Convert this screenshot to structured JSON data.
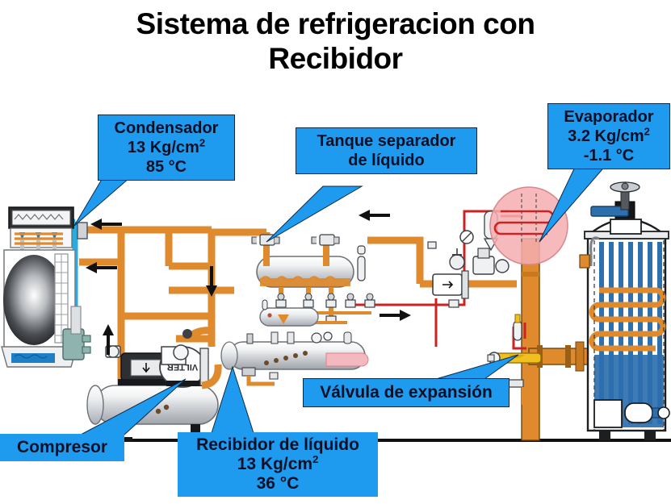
{
  "title": {
    "line1": "Sistema de refrigeracion con",
    "line2": "Recibidor"
  },
  "colors": {
    "callout_blue": "#1E9BEF",
    "pipe_orange": "#E08A2E",
    "water_blue": "#29ABE2",
    "control_red": "#CC2222",
    "vessel_gray": "#D9DCE0",
    "text_black": "#0A1026",
    "evaporator_liquid": "#2E6FAE",
    "magnifier_pink": "#F4AEB0"
  },
  "callouts": [
    {
      "id": "condensador",
      "name": "Condensador",
      "pressure": "13 Kg/cm",
      "pressure_exp": "2",
      "temperature": "85 °C"
    },
    {
      "id": "evaporador",
      "name": "Evaporador",
      "pressure": "3.2 Kg/cm",
      "pressure_exp": "2",
      "temperature": "-1.1 °C"
    },
    {
      "id": "tanque-separador",
      "line1": "Tanque separador",
      "line2": "de líquido"
    },
    {
      "id": "valvula-expansion",
      "name": "Válvula de expansión"
    },
    {
      "id": "compresor",
      "name": "Compresor"
    },
    {
      "id": "recibidor",
      "name": "Recibidor de líquido",
      "pressure": "13 Kg/cm",
      "pressure_exp": "2",
      "temperature": "36 °C"
    }
  ],
  "equipment": {
    "condenser_label": "evaporative-condenser",
    "compressor_brand": "VILTER",
    "receiver_label": "liquid-receiver",
    "separator_label": "liquid-separator-vessel",
    "evaporator_label": "plate-evaporator-tank",
    "expansion_valve_label": "expansion-valve"
  },
  "flow_arrows": [
    {
      "id": "arrow-cond-top",
      "direction": "left"
    },
    {
      "id": "arrow-cond-mid",
      "direction": "left"
    },
    {
      "id": "arrow-suction-up",
      "direction": "up"
    },
    {
      "id": "arrow-discharge-down",
      "direction": "down"
    },
    {
      "id": "arrow-separator-top",
      "direction": "left"
    },
    {
      "id": "arrow-liquid-right",
      "direction": "right"
    }
  ]
}
